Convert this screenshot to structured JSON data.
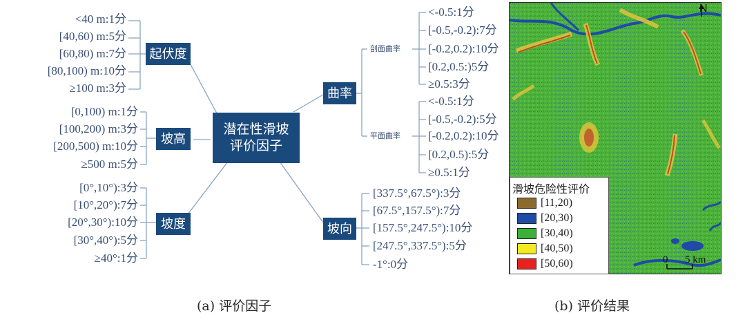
{
  "center": {
    "line1": "潜在性滑坡",
    "line2": "评价因子"
  },
  "categories": {
    "relief": "起伏度",
    "elevation": "坡高",
    "slope": "坡度",
    "curvature": "曲率",
    "aspect": "坡向"
  },
  "curvature_subs": {
    "profile": "剖面曲率",
    "plan": "平面曲率"
  },
  "relief_items": [
    "<40 m:1分",
    "[40,60) m:5分",
    "[60,80) m:7分",
    "[80,100) m:10分",
    "≥100 m:3分"
  ],
  "elevation_items": [
    "[0,100) m:1分",
    "[100,200) m:3分",
    "[200,500) m:10分",
    "≥500 m:5分"
  ],
  "slope_items": [
    "[0°,10°):3分",
    "[10°,20°):7分",
    "[20°,30°):10分",
    "[30°,40°):5分",
    "≥40°:1分"
  ],
  "profile_items": [
    "<-0.5:1分",
    "[-0.5,-0.2):7分",
    "[-0.2,0.2):10分",
    "[0.2,0.5:)5分",
    "≥0.5:3分"
  ],
  "plan_items": [
    "<-0.5:1分",
    "[-0.5,-0.2):5分",
    "[-0.2,0.2):10分",
    "[0.2,0.5):5分",
    "≥0.5:1分"
  ],
  "aspect_items": [
    "[337.5°,67.5°):3分",
    "[67.5°,157.5°):7分",
    "[157.5°,247.5°):10分",
    "[247.5°,337.5°):5分",
    "-1°:0分"
  ],
  "captions": {
    "a": "(a) 评价因子",
    "b": "(b) 评价结果"
  },
  "map": {
    "north": "N",
    "scale_zero": "0",
    "scale_label": "5 km",
    "legend_title": "滑坡危险性评价",
    "legend": [
      {
        "label": "[11,20)",
        "color": "#8b6a2e"
      },
      {
        "label": "[20,30)",
        "color": "#1f4aa8"
      },
      {
        "label": "[30,40)",
        "color": "#3cb13a"
      },
      {
        "label": "[40,50)",
        "color": "#f2ea22"
      },
      {
        "label": "[50,60)",
        "color": "#e82020"
      }
    ]
  },
  "colors": {
    "box": "#1a4a7c",
    "line": "#8aa3bf",
    "text": "#3a4f75"
  }
}
